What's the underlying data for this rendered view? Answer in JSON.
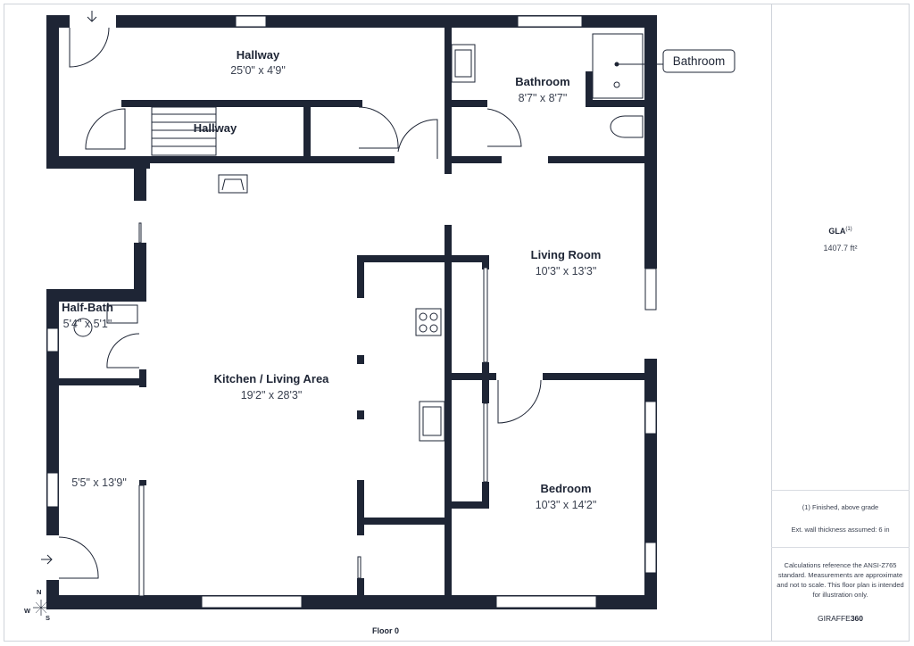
{
  "rooms": {
    "hallway_top": {
      "name": "Hallway",
      "dims": "25'0\" x 4'9\""
    },
    "hallway_stairs": {
      "name": "Hallway"
    },
    "bathroom": {
      "name": "Bathroom",
      "dims": "8'7\" x 8'7\""
    },
    "living_room": {
      "name": "Living Room",
      "dims": "10'3\" x 13'3\""
    },
    "half_bath": {
      "name": "Half-Bath",
      "dims": "5'4\" x 5'1\""
    },
    "kitchen": {
      "name": "Kitchen / Living Area",
      "dims": "19'2\" x 28'3\""
    },
    "entry": {
      "dims": "5'5\" x 13'9\""
    },
    "bedroom": {
      "name": "Bedroom",
      "dims": "10'3\" x 14'2\""
    }
  },
  "callout": {
    "label": "Bathroom"
  },
  "compass": {
    "n": "N",
    "w": "W",
    "s": "S"
  },
  "floor_label": "Floor 0",
  "sidebar": {
    "gla_label": "GLA",
    "gla_sup": "(1)",
    "gla_value": "1407.7 ft²",
    "note_finished": "(1) Finished, above grade",
    "note_wall": "Ext. wall thickness assumed: 6 in",
    "disclaimer": "Calculations reference the ANSI-Z765 standard. Measurements are approximate and not to scale. This floor plan is intended for illustration only.",
    "brand_a": "GIRAFFE",
    "brand_b": "360"
  }
}
